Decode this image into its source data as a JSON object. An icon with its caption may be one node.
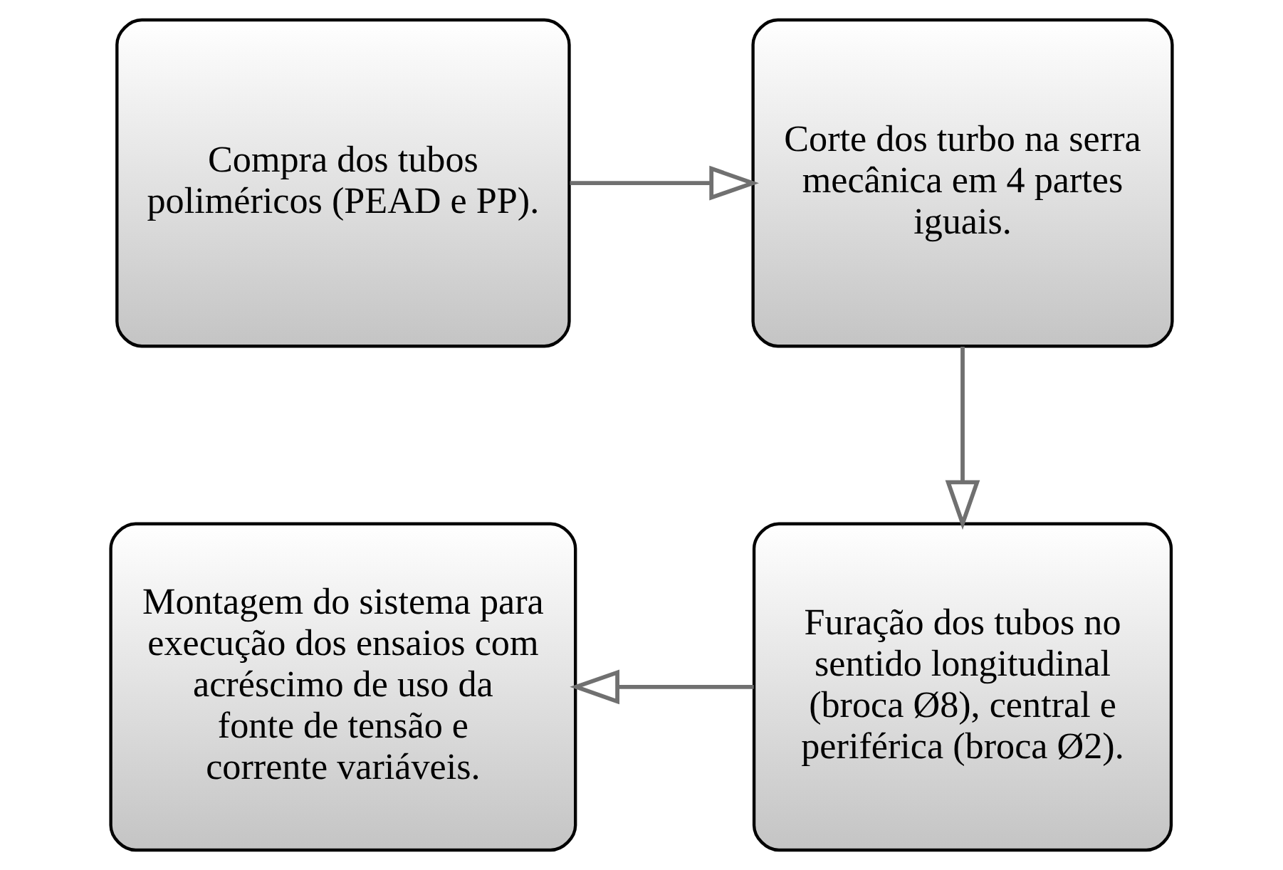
{
  "diagram": {
    "nodes": [
      {
        "text": [
          "Compra dos tubos poliméricos (PEAD e PP)."
        ]
      },
      {
        "text": [
          "Corte dos turbo na serra mecânica em 4 partes iguais."
        ]
      },
      {
        "text": [
          "Furação dos tubos no sentido longitudinal (broca Ø8), central e periférica (broca Ø2)."
        ]
      },
      {
        "text": [
          "Montagem do sistema para execução dos ensaios com acréscimo de uso da fonte de tensão e corrente variáveis."
        ]
      }
    ],
    "edges": [
      {
        "from": 0,
        "to": 1,
        "arrow": "to"
      },
      {
        "from": 1,
        "to": 2,
        "arrow": "to"
      },
      {
        "from": 2,
        "to": 3,
        "arrow": "to"
      }
    ]
  }
}
